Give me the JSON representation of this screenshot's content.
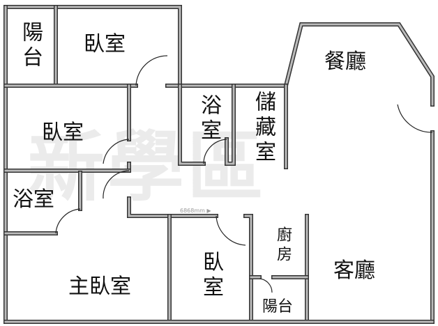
{
  "rooms": {
    "balcony_top": "陽台",
    "bedroom_top": "臥室",
    "dining": "餐廳",
    "bedroom_left": "臥室",
    "bath_center": "浴室",
    "storage": "儲藏室",
    "bath_left": "浴室",
    "master_bedroom": "主臥室",
    "bedroom_bottom": "臥室",
    "kitchen": "廚房",
    "living": "客廳",
    "balcony_bottom": "陽台"
  },
  "dimension": "6868mm ▶",
  "colors": {
    "wall": "#333333",
    "wall_fill": "#bbbbbb"
  }
}
